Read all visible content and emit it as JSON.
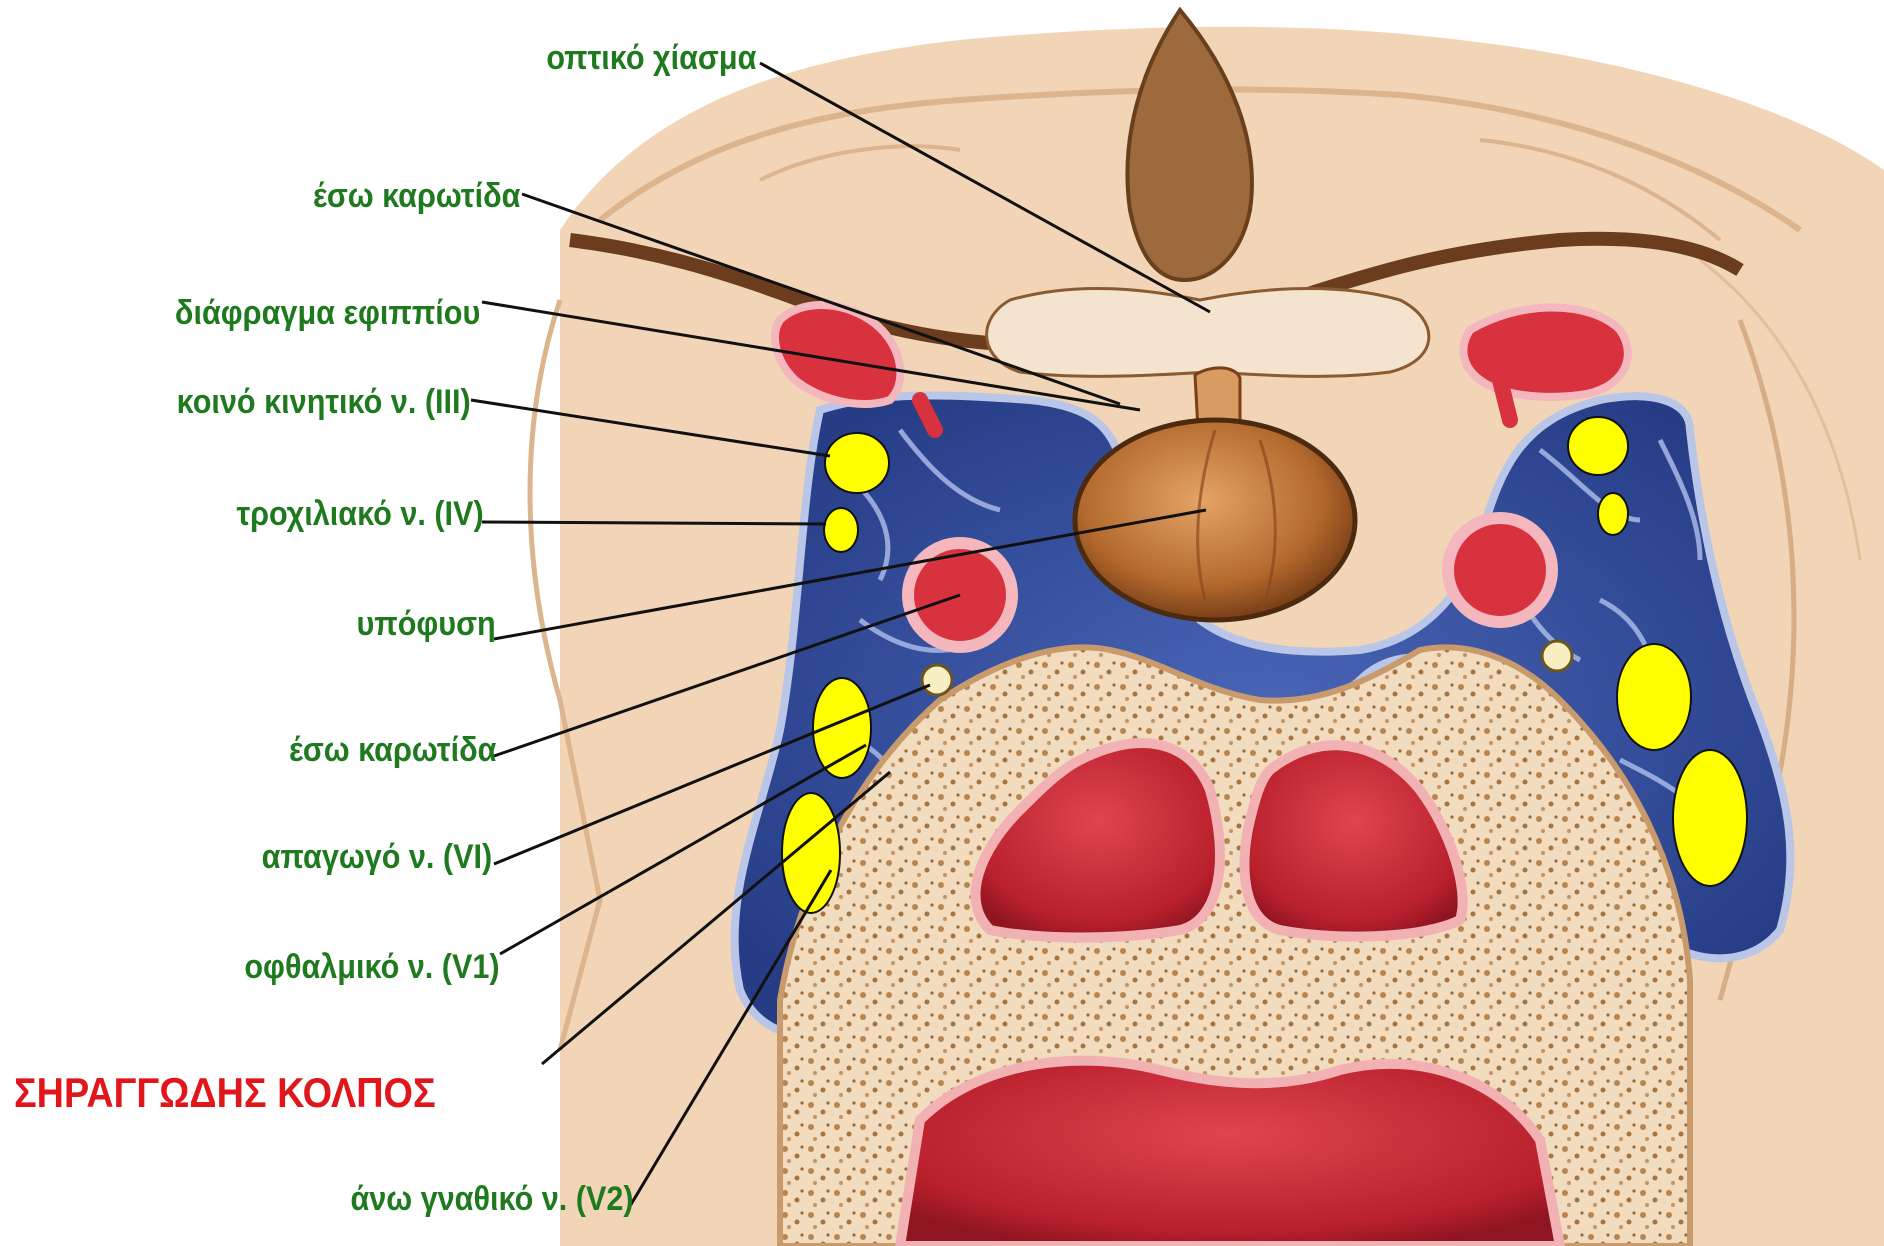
{
  "colors": {
    "label_green": "#1f7a1f",
    "title_red": "#e0161b",
    "nerve_yellow": "#ffff00",
    "sinus_blue": "#3a55a8",
    "artery_red": "#d8323e",
    "pituitary": "#c2763a"
  },
  "labels": {
    "optic_chiasm": "οπτικό χίασμα",
    "internal_carotid_top": "έσω καρωτίδα",
    "diaphragma_sellae": "διάφραγμα εφιππίου",
    "oculomotor": "κοινό κινητικό ν. (III)",
    "trochlear": "τροχιλιακό ν. (IV)",
    "pituitary": "υπόφυση",
    "internal_carotid_bottom": "έσω καρωτίδα",
    "abducens": "απαγωγό ν. (VI)",
    "ophthalmic": "οφθαλμικό ν. (V1)",
    "title": "ΣΗΡΑΓΓΩΔΗΣ ΚΟΛΠΟΣ",
    "maxillary": "άνω γναθικό ν. (V2)"
  }
}
